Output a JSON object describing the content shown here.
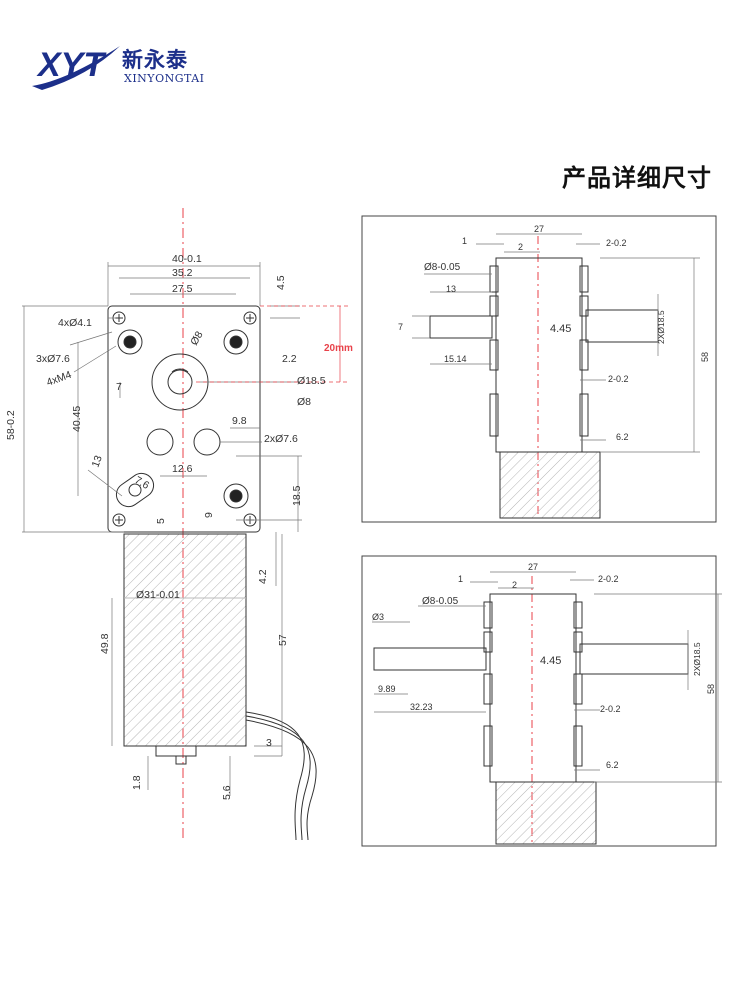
{
  "brand": {
    "name_cn": "新永泰",
    "name_en": "XINYONGTAI",
    "logo_text": "XYT",
    "logo_color": "#1c2f8a"
  },
  "section_title": "产品详细尺寸",
  "colors": {
    "line": "#333333",
    "dim": "#555555",
    "accent": "#e8424a",
    "hatch": "#b0b0b0"
  },
  "main_view": {
    "d_40": "40-0.1",
    "d_352": "35.2",
    "d_275": "27.5",
    "d_45": "4.5",
    "d_hole41": "4xØ4.1",
    "d_hole76": "3xØ7.6",
    "d_m4": "4xM4",
    "d_58": "58-0.2",
    "d_4045": "40.45",
    "d_7": "7",
    "d_phi8a": "Ø8",
    "d_22": "2.2",
    "d_phi185": "Ø18.5",
    "d_phi8b": "Ø8",
    "d_20mm": "20mm",
    "d_98": "9.8",
    "d_2x76": "2xØ7.6",
    "d_126": "12.6",
    "d_13": "13",
    "d_76": "7.6",
    "d_185": "18.5",
    "d_5": "5",
    "d_9": "9",
    "d_phi31": "Ø31-0.01",
    "d_42": "4.2",
    "d_498": "49.8",
    "d_57": "57",
    "d_3": "3",
    "d_18": "1.8",
    "d_56": "5.6"
  },
  "side_view_1": {
    "d_27": "27",
    "d_1": "1",
    "d_2": "2",
    "d_202a": "2-0.2",
    "d_phi805": "Ø8-0.05",
    "d_13": "13",
    "d_7": "7",
    "d_445": "4.45",
    "d_2x185": "2XØ18.5",
    "d_58": "58",
    "d_1514": "15.14",
    "d_202b": "2-0.2",
    "d_62": "6.2"
  },
  "side_view_2": {
    "d_27": "27",
    "d_1": "1",
    "d_2": "2",
    "d_202a": "2-0.2",
    "d_phi805": "Ø8-0.05",
    "d_phi3": "Ø3",
    "d_445": "4.45",
    "d_2x185": "2XØ18.5",
    "d_58": "58",
    "d_989": "9.89",
    "d_3223": "32.23",
    "d_202b": "2-0.2",
    "d_62": "6.2"
  }
}
